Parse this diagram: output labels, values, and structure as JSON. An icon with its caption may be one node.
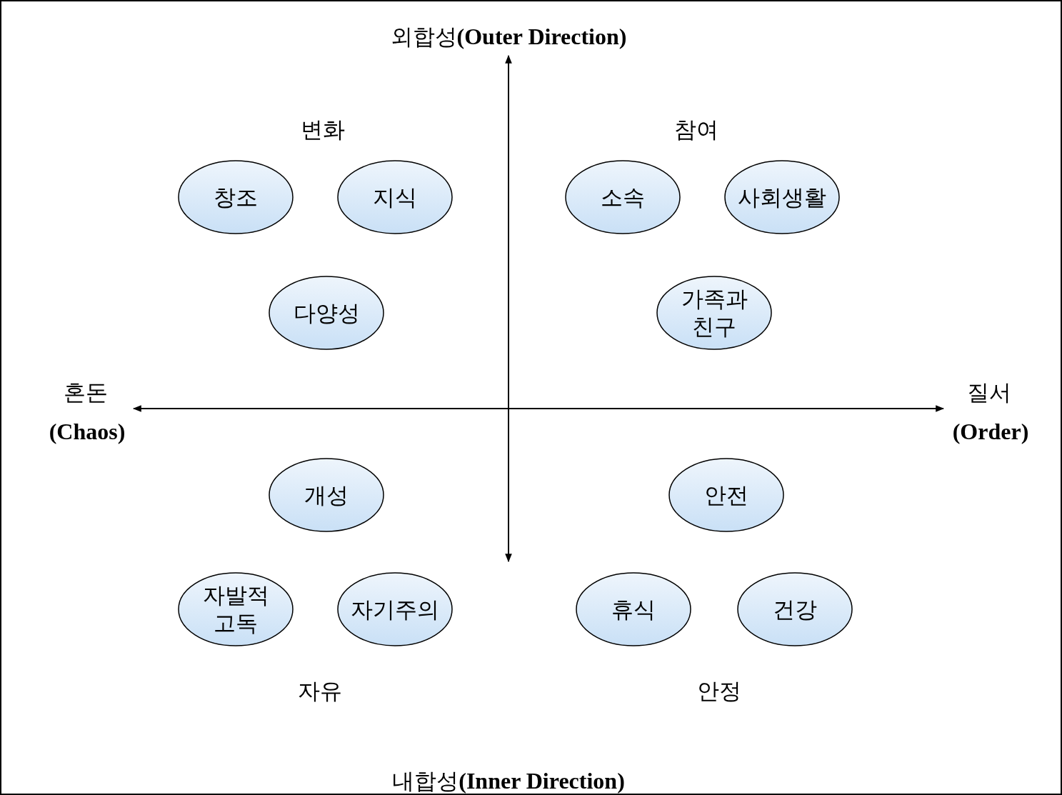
{
  "diagram": {
    "nodes": [
      {
        "text": [
          "창조"
        ]
      },
      {
        "text": [
          "지식"
        ]
      },
      {
        "text": [
          "소속"
        ]
      },
      {
        "text": [
          "사회생활"
        ]
      },
      {
        "text": [
          "다양성"
        ]
      },
      {
        "text": [
          "가족과 친구"
        ]
      },
      {
        "text": [
          "개성"
        ]
      },
      {
        "text": [
          "안전"
        ]
      },
      {
        "text": [
          "자발적 고독"
        ]
      },
      {
        "text": [
          "자기주의"
        ]
      },
      {
        "text": [
          "휴식"
        ]
      },
      {
        "text": [
          "건강"
        ]
      }
    ],
    "labels": [
      "외합성**(Outer Direction)**",
      "변화",
      "참여",
      "혼돈",
      "질서",
      "(Chaos)",
      "(Order)",
      "자유",
      "안정",
      "내합성**(Inner Direction)**"
    ]
  }
}
